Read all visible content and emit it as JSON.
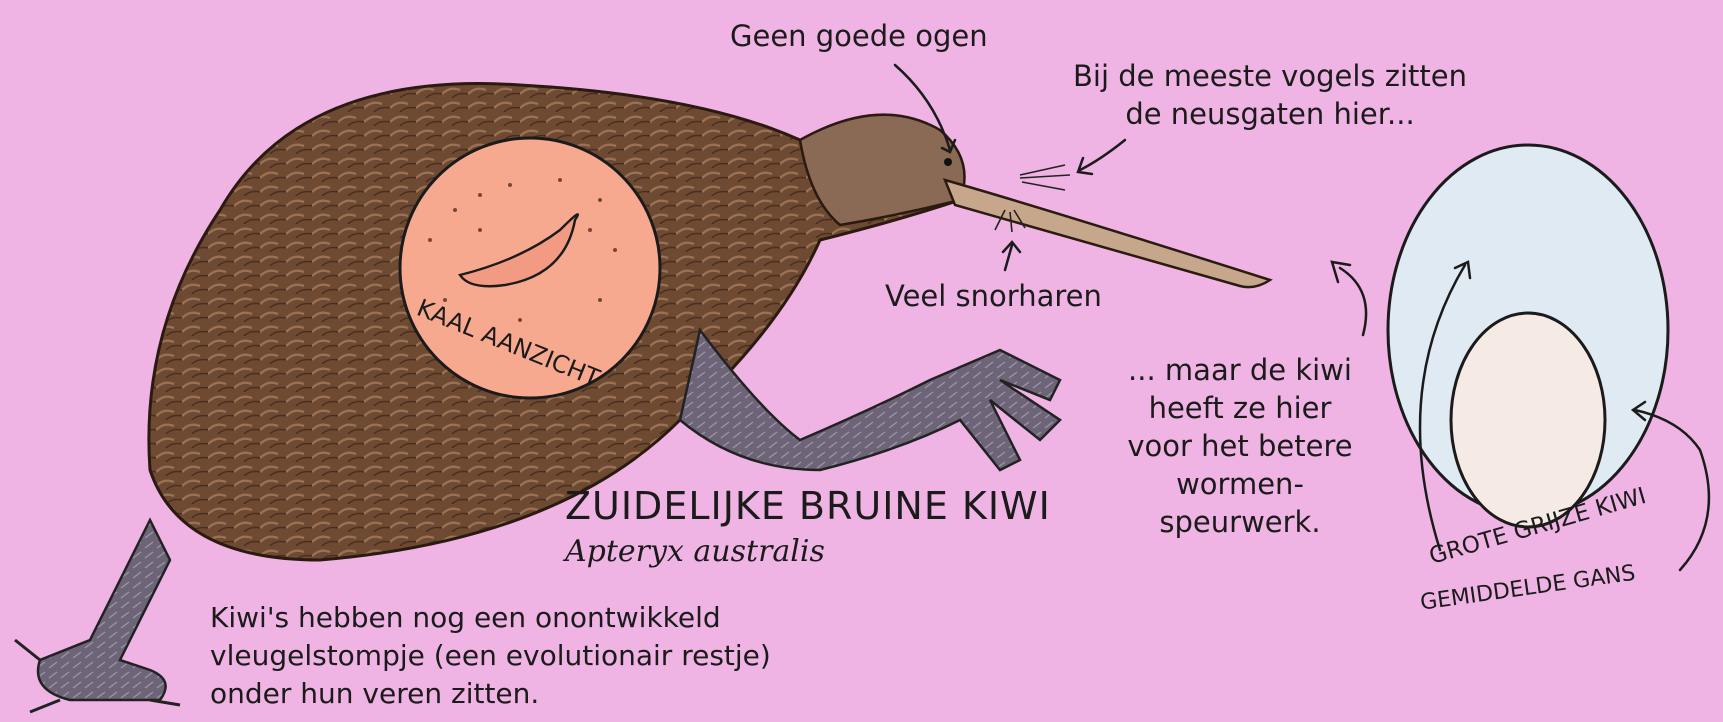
{
  "labels": {
    "eyes": "Geen goede ogen",
    "nostrils_top_1": "Bij de meeste vogels zitten",
    "nostrils_top_2": "de neusgaten hier...",
    "whiskers": "Veel snorharen",
    "bald_view": "KAAL AANZICHT",
    "species_name": "ZUIDELIJKE BRUINE KIWI",
    "species_latin": "Apteryx australis",
    "wing_note_1": "Kiwi's hebben nog een onontwikkeld",
    "wing_note_2": "vleugelstompje (een evolutionair restje)",
    "wing_note_3": "onder hun veren zitten.",
    "kiwi_nostril_1": "... maar de kiwi",
    "kiwi_nostril_2": "heeft ze hier",
    "kiwi_nostril_3": "voor het betere",
    "kiwi_nostril_4": "wormen-",
    "kiwi_nostril_5": "speurwerk.",
    "egg_large": "GROTE GRIJZE KIWI",
    "egg_small": "GEMIDDELDE GANS"
  },
  "colors": {
    "background": "#efb4e3",
    "feathers": "#6e4a33",
    "feathers_light": "#9a7154",
    "skin": "#f7a98f",
    "legs": "#6d6478",
    "beak": "#c7a78c",
    "egg_large": "#dfeaf3",
    "egg_small": "#f5ebe4",
    "ink": "#1b1b1b"
  }
}
